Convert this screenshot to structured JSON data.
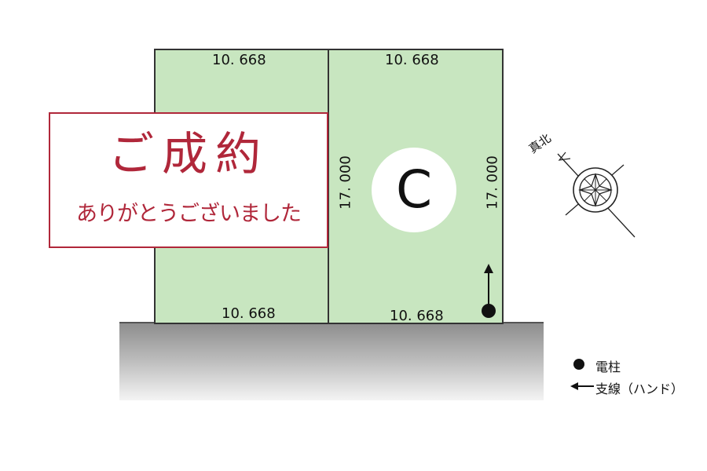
{
  "lots": {
    "left": {
      "top_width": "10. 668",
      "bottom_width": "10. 668"
    },
    "right": {
      "label": "C",
      "top_width": "10. 668",
      "bottom_width": "10. 668",
      "left_depth": "17. 000",
      "right_depth": "17. 000"
    }
  },
  "sold_banner": {
    "title": "ご成約",
    "subtitle": "ありがとうございました"
  },
  "compass": {
    "label": "真北"
  },
  "legend": {
    "pole": "電柱",
    "guy_wire": "支線（ハンド）"
  },
  "colors": {
    "lot_fill": "#c8e6c0",
    "banner_accent": "#b0273a"
  }
}
